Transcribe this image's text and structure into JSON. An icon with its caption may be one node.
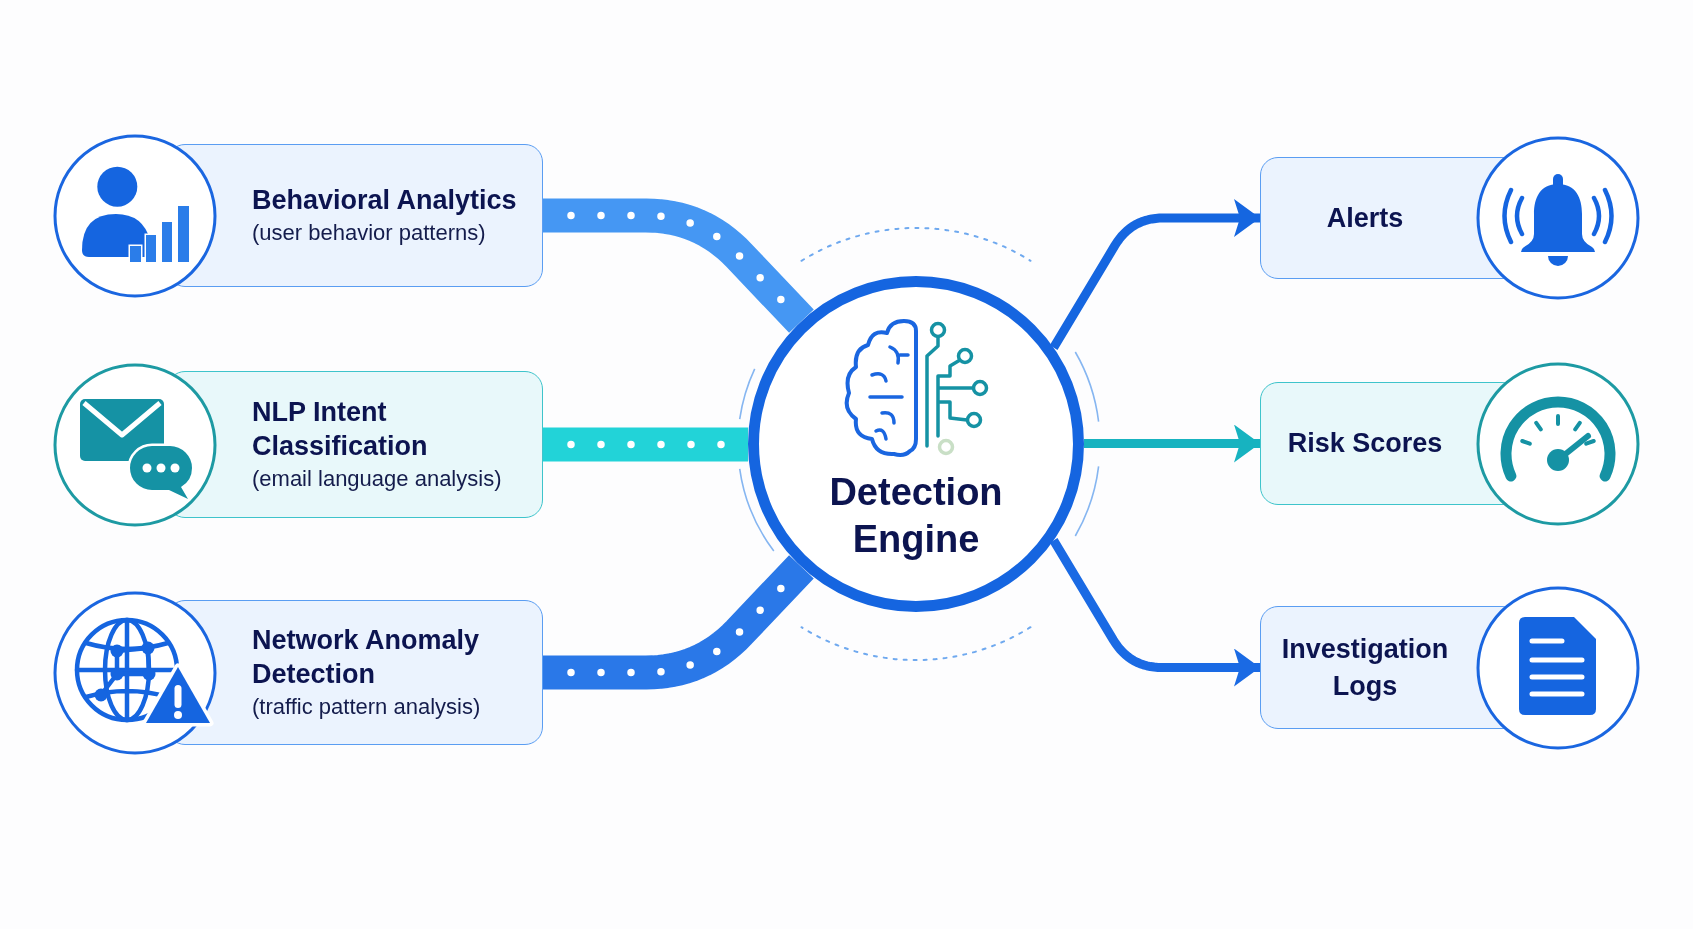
{
  "diagram": {
    "nodes": [
      {
        "text": [
          "Behavioral Analytics",
          "(user behavior patterns)"
        ]
      },
      {
        "text": [
          "NLP Intent Classification",
          "(email language analysis)"
        ]
      },
      {
        "text": [
          "Network Anomaly Detection",
          "(traffic pattern analysis)"
        ]
      },
      {
        "text": [
          "Detection Engine"
        ]
      },
      {
        "text": [
          "Alerts"
        ]
      },
      {
        "text": [
          "Risk Scores"
        ]
      },
      {
        "text": [
          "Investigation Logs"
        ]
      }
    ],
    "edges": [
      {
        "from": 0,
        "to": 3,
        "arrow": "none",
        "style": "thick",
        "color": "#4597f3"
      },
      {
        "from": 1,
        "to": 3,
        "arrow": "none",
        "style": "thick",
        "color": "#22d3d8"
      },
      {
        "from": 2,
        "to": 3,
        "arrow": "none",
        "style": "thick",
        "color": "#2a78e8"
      },
      {
        "from": 3,
        "to": 4,
        "arrow": "to",
        "color": "#1566e0"
      },
      {
        "from": 3,
        "to": 5,
        "arrow": "to",
        "color": "#17b3c0"
      },
      {
        "from": 3,
        "to": 6,
        "arrow": "to",
        "color": "#1a6ae4"
      }
    ]
  }
}
